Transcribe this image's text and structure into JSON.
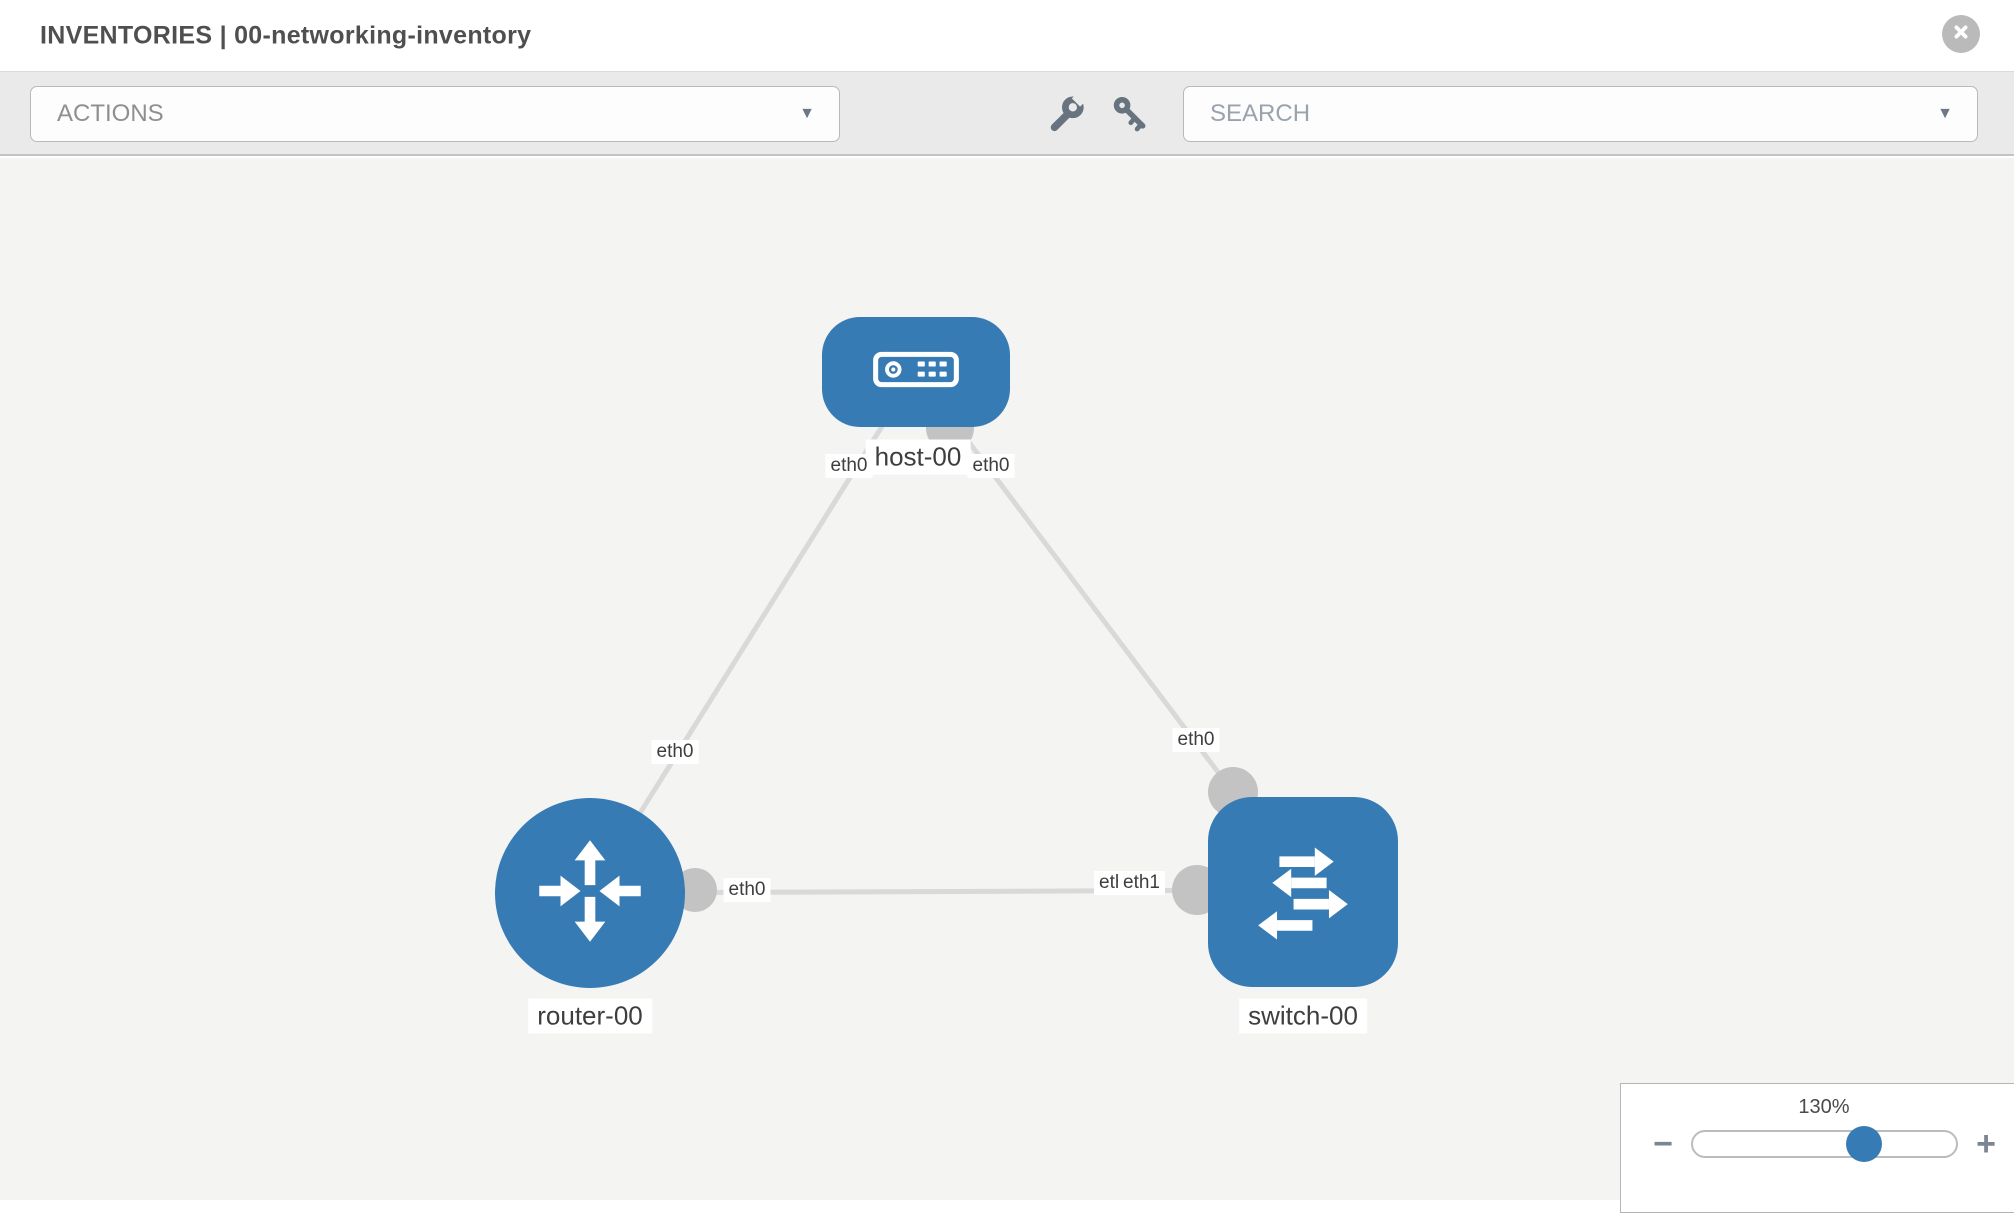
{
  "header": {
    "title": "INVENTORIES | 00-networking-inventory"
  },
  "toolbar": {
    "actions_label": "ACTIONS",
    "search_label": "SEARCH"
  },
  "icons": {
    "caret": "▼"
  },
  "diagram": {
    "nodes": [
      {
        "id": "host-00",
        "label": "host-00",
        "type": "host"
      },
      {
        "id": "router-00",
        "label": "router-00",
        "type": "router"
      },
      {
        "id": "switch-00",
        "label": "switch-00",
        "type": "switch"
      }
    ],
    "interfaces": {
      "host_left": "eth0",
      "host_right": "eth0",
      "host_router_link": "eth0",
      "host_switch_link": "eth0",
      "router_right": "eth0",
      "switch_left_back": "eth0",
      "switch_left_front": "eth1"
    },
    "links": [
      {
        "source": "host-00",
        "target": "router-00",
        "source_interface": "eth0",
        "target_interface": "eth0"
      },
      {
        "source": "host-00",
        "target": "switch-00",
        "source_interface": "eth0",
        "target_interface": "eth0"
      },
      {
        "source": "router-00",
        "target": "switch-00",
        "source_interface": "eth0",
        "target_interface": "eth1"
      }
    ]
  },
  "zoom": {
    "level": "130%",
    "minus": "−",
    "plus": "+"
  },
  "colors": {
    "node_blue": "#377bb5",
    "link_gray": "#d9d9d9",
    "connector_gray": "#c3c3c3",
    "toolbar_gray": "#eaeaea"
  }
}
